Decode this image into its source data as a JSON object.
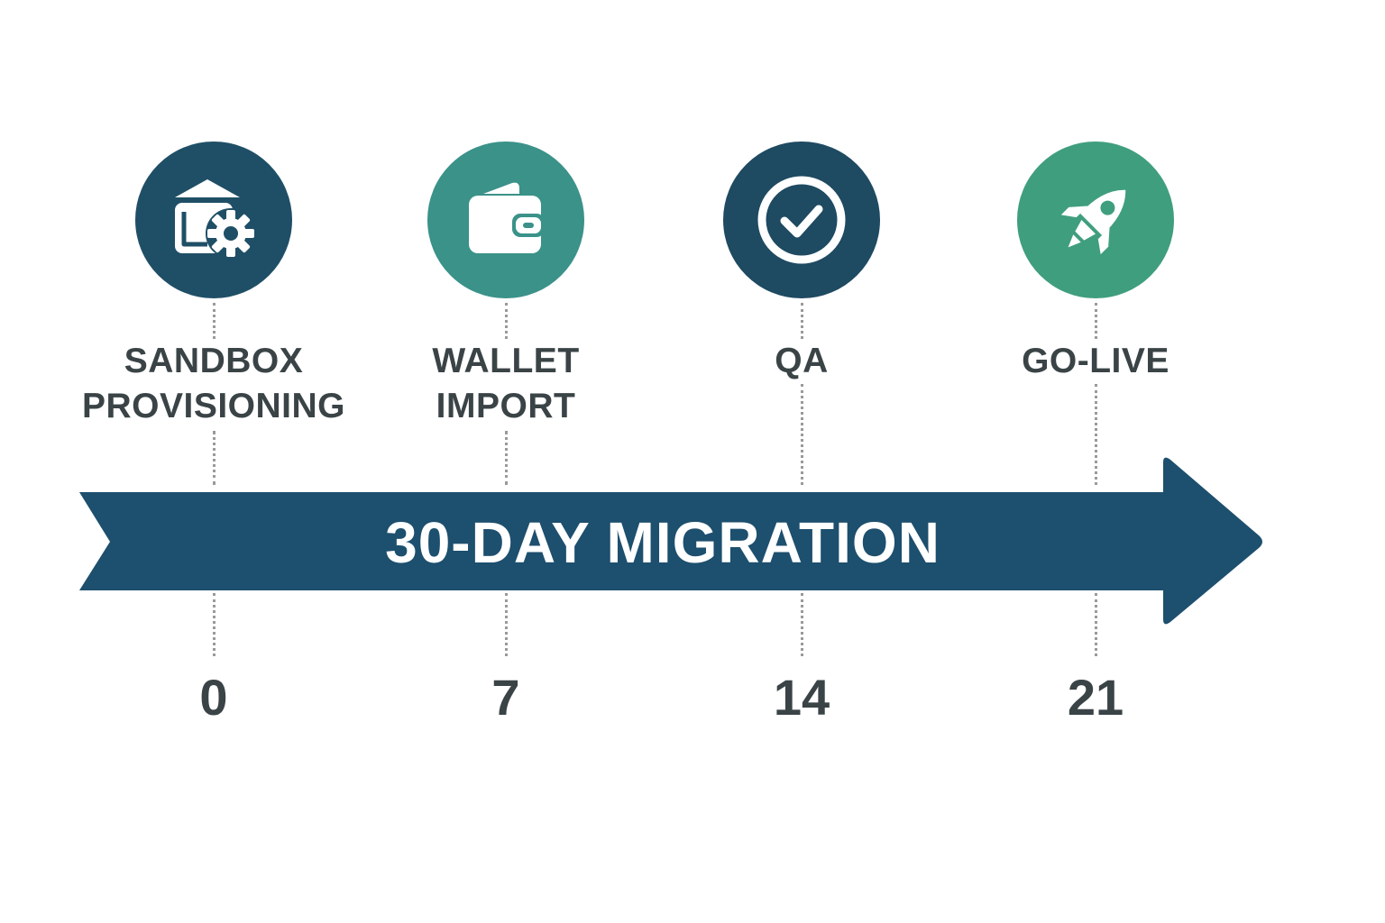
{
  "title": "30-DAY MIGRATION",
  "colors": {
    "navy": "#1b4a63",
    "deep_teal": "#1f4f66",
    "teal": "#3a9289",
    "green": "#3f9e7e",
    "text": "#3a4346",
    "dash": "#9a9a9a"
  },
  "milestones": [
    {
      "label_lines": [
        "SANDBOX",
        "PROVISIONING"
      ],
      "day": "0",
      "icon": "wallet-gear-icon",
      "color": "#1f4f66"
    },
    {
      "label_lines": [
        "WALLET",
        "IMPORT"
      ],
      "day": "7",
      "icon": "wallet-icon",
      "color": "#3a9289"
    },
    {
      "label_lines": [
        "QA"
      ],
      "day": "14",
      "icon": "check-circle-icon",
      "color": "#1e4a62"
    },
    {
      "label_lines": [
        "GO-LIVE"
      ],
      "day": "21",
      "icon": "rocket-icon",
      "color": "#3f9e7e"
    }
  ]
}
